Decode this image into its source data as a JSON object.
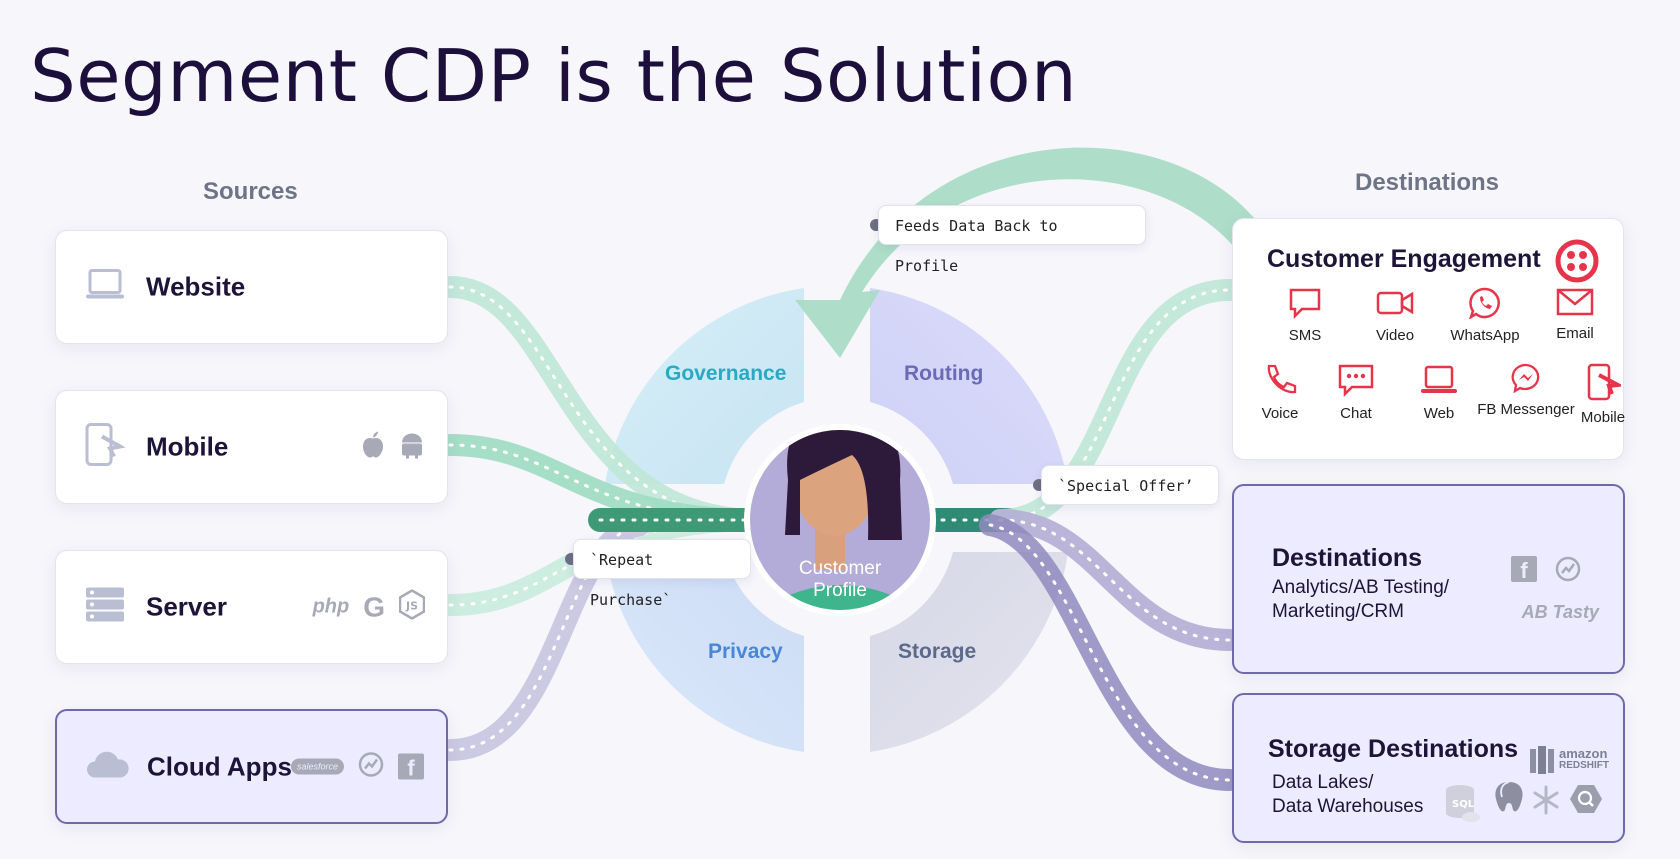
{
  "title": "Segment CDP is the Solution",
  "sources": {
    "heading": "Sources",
    "items": [
      {
        "label": "Website",
        "icon": "laptop-icon",
        "logos": []
      },
      {
        "label": "Mobile",
        "icon": "mobile-export-icon",
        "logos": [
          "apple-icon",
          "android-icon"
        ]
      },
      {
        "label": "Server",
        "icon": "server-icon",
        "logos": [
          "php-logo",
          "google-logo",
          "nodejs-logo"
        ],
        "php_text": "php",
        "g_text": "G"
      },
      {
        "label": "Cloud Apps",
        "icon": "cloud-icon",
        "logos": [
          "salesforce-logo",
          "amplitude-logo",
          "facebook-logo"
        ],
        "sf_text": "salesforce",
        "fb_text": "f"
      }
    ]
  },
  "center": {
    "quadrants": {
      "governance": "Governance",
      "routing": "Routing",
      "privacy": "Privacy",
      "storage": "Storage"
    },
    "profile_line1": "Customer",
    "profile_line2": "Profile",
    "feedback_label": "Feeds Data Back to Profile",
    "repeat_label": "`Repeat Purchase`",
    "offer_label": "`Special Offer’"
  },
  "destinations": {
    "heading": "Destinations",
    "engagement": {
      "title": "Customer Engagement",
      "channels": [
        "SMS",
        "Video",
        "WhatsApp",
        "Email",
        "Voice",
        "Chat",
        "Web",
        "FB Messenger",
        "Mobile"
      ]
    },
    "analytics": {
      "title": "Destinations",
      "line1": "Analytics/AB Testing/",
      "line2": "Marketing/CRM",
      "fb_text": "f",
      "abtasty_text": "AB Tasty"
    },
    "storage": {
      "title": "Storage Destinations",
      "line1": "Data Lakes/",
      "line2": "Data Warehouses",
      "amazon_text": "amazon",
      "redshift_text": "REDSHIFT",
      "sql_text": "SQL"
    }
  },
  "colors": {
    "accent_red": "#e8344b",
    "green_flow": "#7fcfae",
    "purple_flow": "#9d97c4",
    "governance": "#2aa9c4",
    "routing": "#6a6ab7",
    "privacy": "#4a86d8",
    "storage": "#5b6a8a"
  }
}
